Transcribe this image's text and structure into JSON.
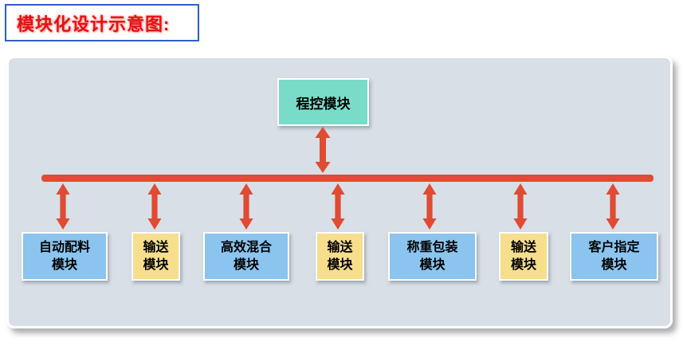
{
  "title": {
    "label": "模块化设计示意图:",
    "text_color": "#E21216",
    "border_color": "#2F5EC5"
  },
  "diagram": {
    "panel_background": "#D9DFE6",
    "bus_color": "#DF4B33",
    "arrow_color": "#DF4B33",
    "root": {
      "label": "程控模块",
      "fill": "#79DCC9"
    },
    "modules": [
      {
        "label": "自动配料\n模块",
        "fill": "#8AC4EF"
      },
      {
        "label": "输送\n模块",
        "fill": "#F6DE8C"
      },
      {
        "label": "高效混合\n模块",
        "fill": "#8AC4EF"
      },
      {
        "label": "输送\n模块",
        "fill": "#F6DE8C"
      },
      {
        "label": "称重包装\n模块",
        "fill": "#8AC4EF"
      },
      {
        "label": "输送\n模块",
        "fill": "#F6DE8C"
      },
      {
        "label": "客户指定\n模块",
        "fill": "#8AC4EF"
      }
    ]
  }
}
